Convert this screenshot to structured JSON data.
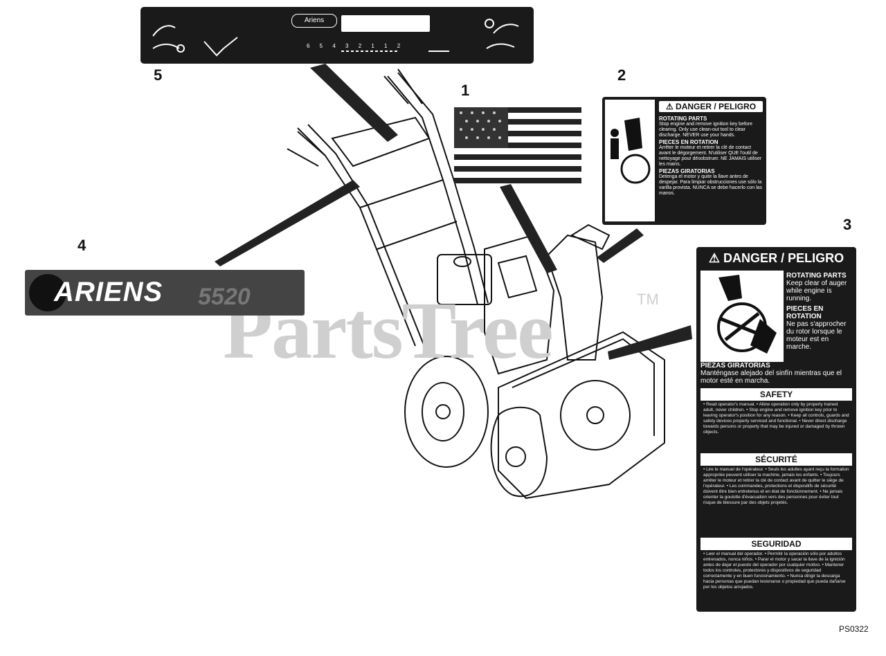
{
  "figure_code": "PS0322",
  "watermark": "PartsTree",
  "trademark": "TM",
  "callouts": [
    "1",
    "2",
    "3",
    "4",
    "5"
  ],
  "decal_1": {
    "icon": "american-flag"
  },
  "decal_2": {
    "title": "⚠ DANGER / PELIGRO",
    "en_head": "ROTATING PARTS",
    "en_body": "Stop engine and remove ignition key before clearing. Only use clean-out tool to clear discharge. NEVER use your hands.",
    "fr_head": "PIECES EN ROTATION",
    "fr_body": "Arrêter le moteur et retirer la clé de contact avant le dégorgement. N'utiliser QUE l'outil de nettoyage pour désobstruer. NE JAMAIS utiliser les mains.",
    "es_head": "PIEZAS GIRATORIAS",
    "es_body": "Detenga el motor y quite la llave antes de despejar. Para limpiar obstrucciones use sólo la varilla provista. NUNCA se debe hacerlo con las manos."
  },
  "decal_3": {
    "title": "⚠ DANGER / PELIGRO",
    "en_head": "ROTATING PARTS",
    "en_body": "Keep clear of auger while engine is running.",
    "fr_head": "PIECES EN ROTATION",
    "fr_body": "Ne pas s'approcher du rotor lorsque le moteur est en marche.",
    "es_head": "PIEZAS GIRATORIAS",
    "es_body": "Manténgase alejado del sinfín mientras que el motor esté en marcha.",
    "safety_head": "SAFETY",
    "safety_body": "• Read operator's manual. • Allow operation only by properly trained adult, never children. • Stop engine and remove ignition key prior to leaving operator's position for any reason. • Keep all controls, guards and safety devices properly serviced and functional. • Never direct discharge towards persons or property that may be injured or damaged by thrown objects.",
    "securite_head": "SÉCURITÉ",
    "securite_body": "• Lire le manuel de l'opérateur. • Seuls les adultes ayant reçu la formation appropriée peuvent utiliser la machine, jamais les enfants. • Toujours arrêter le moteur et retirer la clé de contact avant de quitter le siège de l'opérateur. • Les commandes, protections et dispositifs de sécurité doivent être bien entretenus et en état de fonctionnement. • Ne jamais orienter la goulotte d'évacuation vers des personnes pour éviter tout risque de blessure par des objets projetés.",
    "seguridad_head": "SEGURIDAD",
    "seguridad_body": "• Leer el manual del operador. • Permitir la operación sólo por adultos entrenados, nunca niños. • Parar el motor y sacar la llave de la ignición antes de dejar el puesto del operador por cualquier motivo. • Mantener todos los controles, protectores y dispositivos de seguridad correctamente y en buen funcionamiento. • Nunca dirigir la descarga hacia personas que puedan lesionarse o propiedad que pueda dañarse por los objetos arrojados."
  },
  "decal_4": {
    "brand": "ARIENS",
    "model": "5520"
  },
  "decal_5": {
    "logo": "Ariens",
    "scale": "6  5  4  3  2  1     1  2"
  }
}
